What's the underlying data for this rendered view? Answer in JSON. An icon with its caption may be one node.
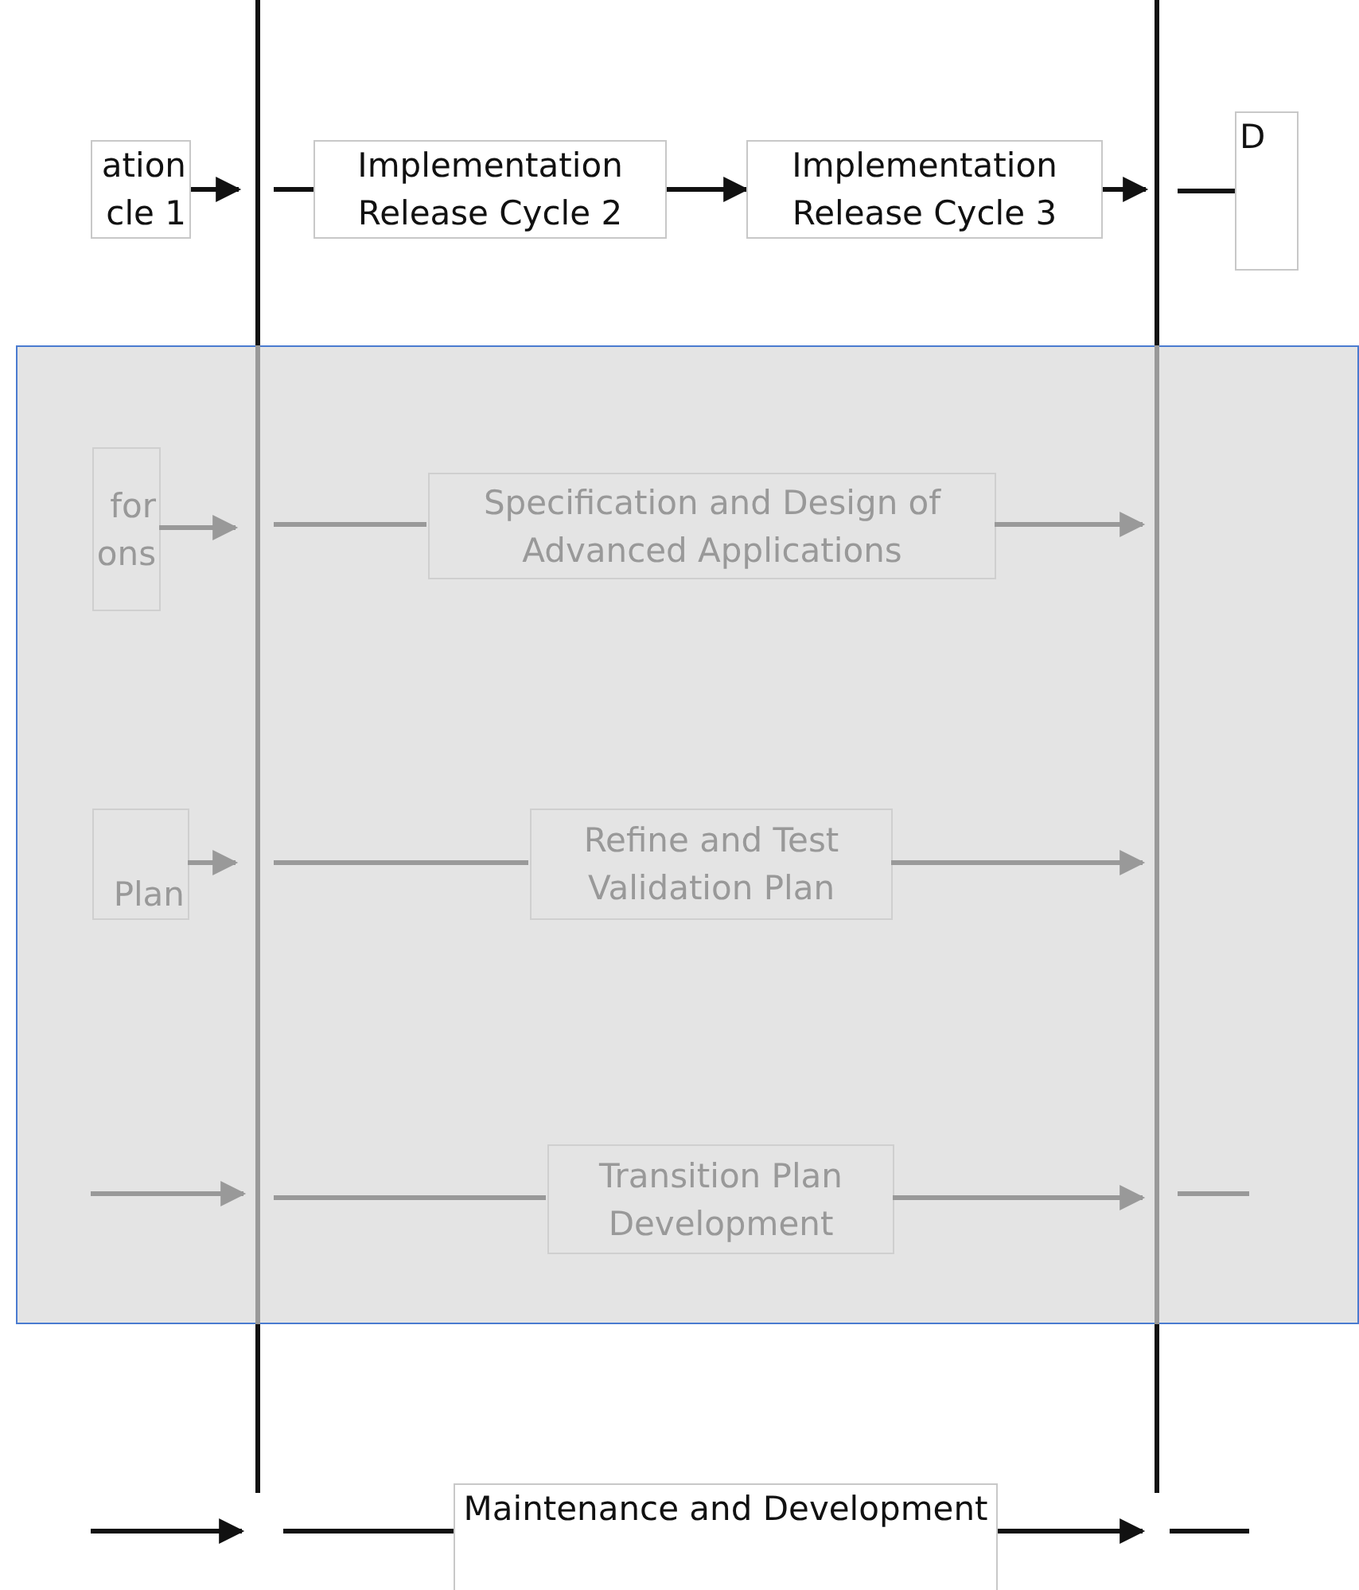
{
  "diagram": {
    "nodes": [
      {
        "text": [],
        "shape": "band"
      },
      {
        "text": [
          "ation cle 1"
        ]
      },
      {
        "text": [
          "Implementation Release Cycle 2"
        ]
      },
      {
        "text": [
          "Implementation Release Cycle 3"
        ]
      },
      {
        "text": [
          "D"
        ]
      },
      {
        "text": [
          "for ons"
        ],
        "in": 0
      },
      {
        "text": [
          "Specification and Design of Advanced Applications"
        ],
        "in": 0
      },
      {
        "text": [
          "Plan"
        ],
        "in": 0
      },
      {
        "text": [
          "Refine and Test Validation Plan"
        ],
        "in": 0
      },
      {
        "text": [
          "Transition Plan Development"
        ],
        "in": 0
      },
      {
        "text": [
          "Maintenance and Development"
        ]
      }
    ],
    "edges": [
      {
        "from": 1,
        "to": null,
        "arrow": "to",
        "color": "#111111"
      },
      {
        "from": null,
        "to": 2,
        "arrow": "none",
        "color": "#111111"
      },
      {
        "from": 2,
        "to": 3,
        "arrow": "to",
        "color": "#111111"
      },
      {
        "from": 3,
        "to": null,
        "arrow": "to",
        "color": "#111111"
      },
      {
        "from": null,
        "to": 4,
        "arrow": "none",
        "color": "#111111"
      },
      {
        "from": 5,
        "to": null,
        "arrow": "to"
      },
      {
        "from": null,
        "to": 6,
        "arrow": "none"
      },
      {
        "from": 6,
        "to": null,
        "arrow": "to"
      },
      {
        "from": 7,
        "to": null,
        "arrow": "to"
      },
      {
        "from": null,
        "to": 8,
        "arrow": "none"
      },
      {
        "from": 8,
        "to": null,
        "arrow": "to"
      },
      {
        "from": null,
        "to": 9,
        "arrow": "none"
      },
      {
        "from": 9,
        "to": null,
        "arrow": "to"
      },
      {
        "from": null,
        "to": 10,
        "arrow": "none",
        "color": "#111111"
      },
      {
        "from": 10,
        "to": null,
        "arrow": "to",
        "color": "#111111"
      }
    ]
  }
}
